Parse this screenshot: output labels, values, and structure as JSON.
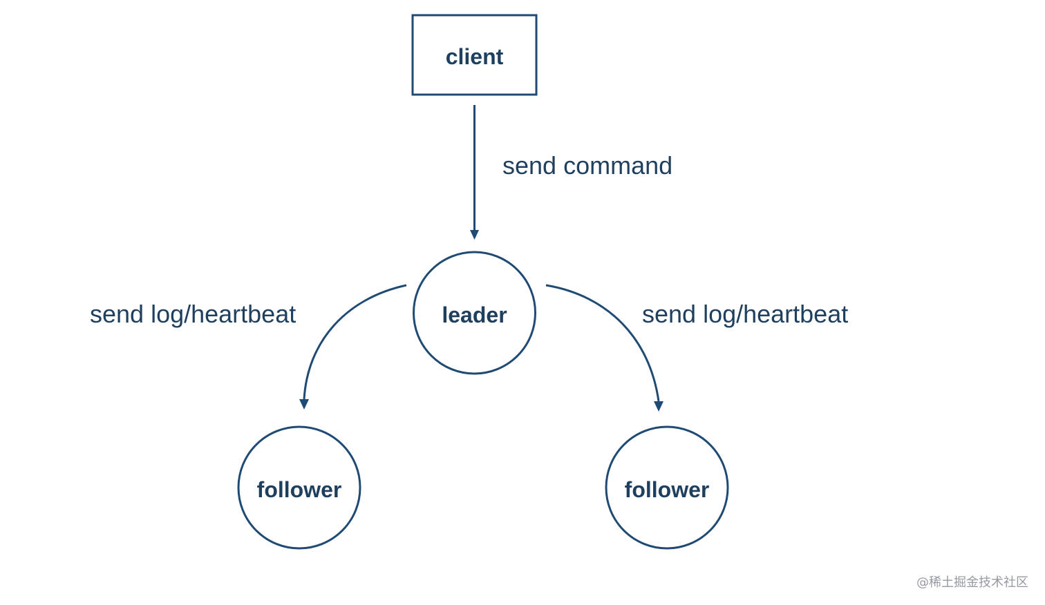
{
  "diagram": {
    "nodes": {
      "client": {
        "label": "client",
        "shape": "rectangle"
      },
      "leader": {
        "label": "leader",
        "shape": "circle"
      },
      "follower_left": {
        "label": "follower",
        "shape": "circle"
      },
      "follower_right": {
        "label": "follower",
        "shape": "circle"
      }
    },
    "edges": {
      "client_to_leader": {
        "label": "send command"
      },
      "leader_to_follower_left": {
        "label": "send log/heartbeat"
      },
      "leader_to_follower_right": {
        "label": "send log/heartbeat"
      }
    },
    "colors": {
      "stroke": "#1f4a73",
      "text": "#1f3f5f",
      "watermark": "#8a8f98"
    }
  },
  "watermark": {
    "text": "@稀土掘金技术社区"
  }
}
